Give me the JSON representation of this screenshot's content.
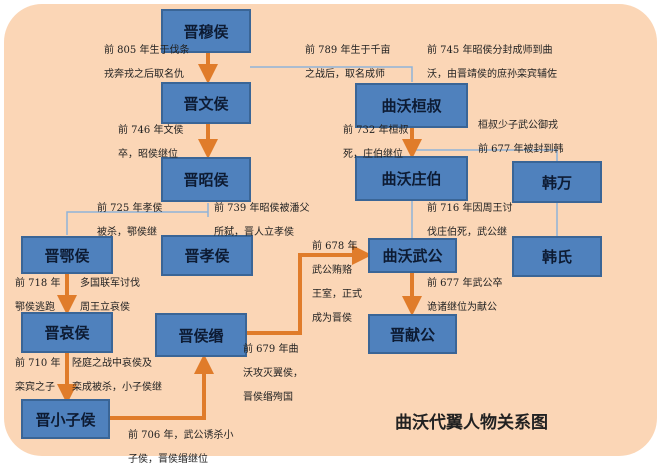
{
  "diagram": {
    "title": "曲沃代翼人物关系图",
    "nodes": {
      "jin_mu": "晋穆侯",
      "jin_wen": "晋文侯",
      "jin_zhao": "晋昭侯",
      "jin_xiao": "晋孝侯",
      "jin_e": "晋鄂侯",
      "jin_ai": "晋哀侯",
      "jin_min": "晋侯缗",
      "jin_xiaozi": "晋小子侯",
      "quwo_huanshu": "曲沃桓叔",
      "quwo_zhuangbo": "曲沃庄伯",
      "quwo_wugong": "曲沃武公",
      "jin_xiangong": "晋献公",
      "han_wan": "韩万",
      "han_shi": "韩氏"
    },
    "notes": {
      "n1": [
        "前 805 年生于伐条",
        "戎奔戎之后取名仇"
      ],
      "n2": [
        "前 789 年生于千亩",
        "之战后，取名成师"
      ],
      "n3": [
        "前 745 年昭侯分封成师到曲",
        "沃，由晋靖侯的庶孙栾宾辅佐"
      ],
      "n4": [
        "前 746 年文侯",
        "卒，昭侯继位"
      ],
      "n5": [
        "前 732 年桓叔",
        "死，庄伯继位"
      ],
      "n6": [
        "桓叔少子武公御戎",
        "前 677 年被封到韩"
      ],
      "n7": [
        "前 725 年孝侯",
        "被杀，鄂侯继"
      ],
      "n8": [
        "前 739 年昭侯被潘父",
        "所弑，晋人立孝侯"
      ],
      "n9": [
        "前 716 年因周王讨",
        "伐庄伯死，武公继"
      ],
      "n10": [
        "前 678 年",
        "武公贿赂",
        "王室，正式",
        "成为晋侯"
      ],
      "n11": [
        "前 718 年",
        "鄂侯逃跑"
      ],
      "n12": [
        "多国联军讨伐",
        "周王立哀侯"
      ],
      "n13": [
        "前 677 年武公卒",
        "诡诸继位为献公"
      ],
      "n14": [
        "前 710 年",
        "栾宾之子"
      ],
      "n15": [
        "陉庭之战中哀侯及",
        "栾成被杀，小子侯继"
      ],
      "n16": [
        "前 679 年曲",
        "沃攻灭翼侯，",
        "晋侯缗殉国"
      ],
      "n17": [
        "前 706 年，武公诱杀小",
        "子侯，晋侯缗继位"
      ]
    }
  }
}
